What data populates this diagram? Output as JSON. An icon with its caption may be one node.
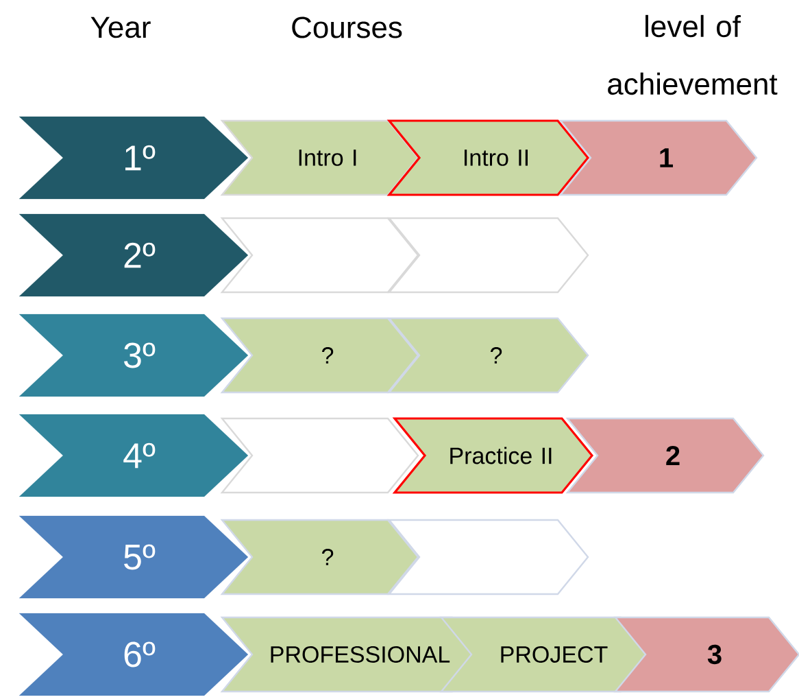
{
  "diagram": {
    "nodes": [
      {
        "text": [
          "1º"
        ]
      },
      {
        "text": [
          "Intro I"
        ]
      },
      {
        "text": [
          "Intro II"
        ]
      },
      {
        "text": [
          "1"
        ]
      },
      {
        "text": [
          "2º"
        ]
      },
      {
        "text": [],
        "shape": "chevron"
      },
      {
        "text": [],
        "shape": "chevron"
      },
      {
        "text": [
          "3º"
        ]
      },
      {
        "text": [
          "?"
        ]
      },
      {
        "text": [
          "?"
        ]
      },
      {
        "text": [
          "4º"
        ]
      },
      {
        "text": [],
        "shape": "chevron"
      },
      {
        "text": [
          "Practice II"
        ]
      },
      {
        "text": [
          "2"
        ]
      },
      {
        "text": [
          "5º"
        ]
      },
      {
        "text": [
          "?"
        ]
      },
      {
        "text": [],
        "shape": "chevron"
      },
      {
        "text": [
          "6º"
        ]
      },
      {
        "text": [
          "PROFESSIONAL"
        ]
      },
      {
        "text": [
          "PROJECT"
        ]
      },
      {
        "text": [
          "3"
        ]
      }
    ],
    "labels": [
      "Year",
      "Courses",
      "level of achievement"
    ]
  }
}
